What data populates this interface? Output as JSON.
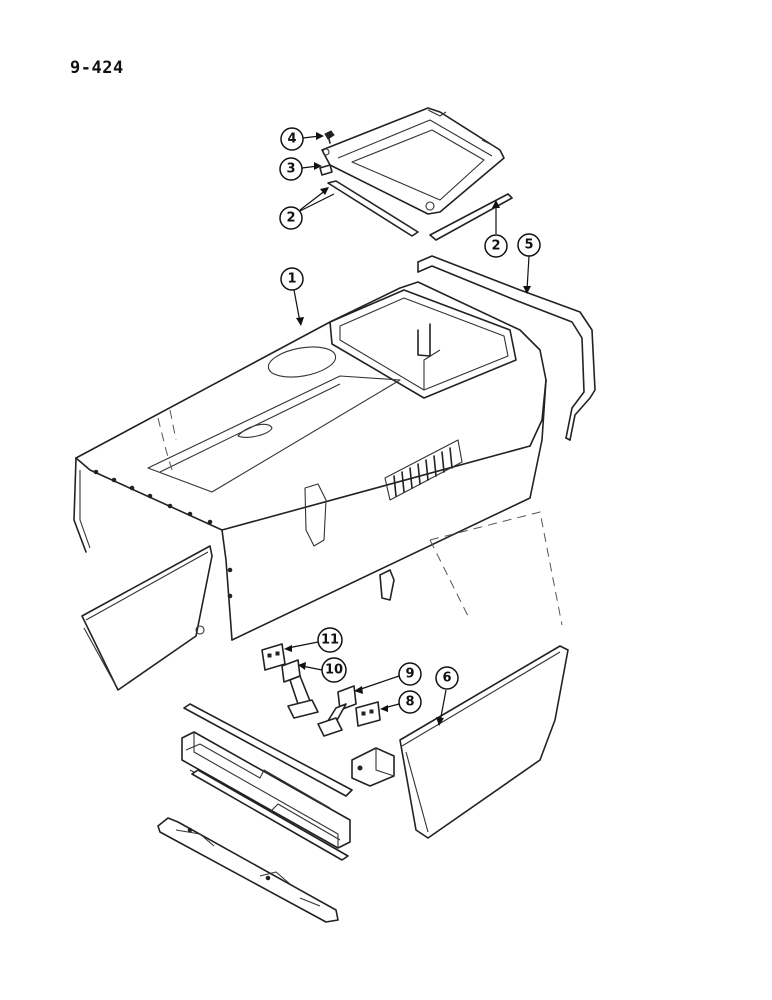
{
  "page_number": "9-424",
  "callouts": [
    {
      "id": "c4",
      "label": "4"
    },
    {
      "id": "c3",
      "label": "3"
    },
    {
      "id": "c2a",
      "label": "2"
    },
    {
      "id": "c2b",
      "label": "2"
    },
    {
      "id": "c5",
      "label": "5"
    },
    {
      "id": "c1",
      "label": "1"
    },
    {
      "id": "c11",
      "label": "11"
    },
    {
      "id": "c10",
      "label": "10"
    },
    {
      "id": "c9",
      "label": "9"
    },
    {
      "id": "c8",
      "label": "8"
    },
    {
      "id": "c6",
      "label": "6"
    }
  ]
}
